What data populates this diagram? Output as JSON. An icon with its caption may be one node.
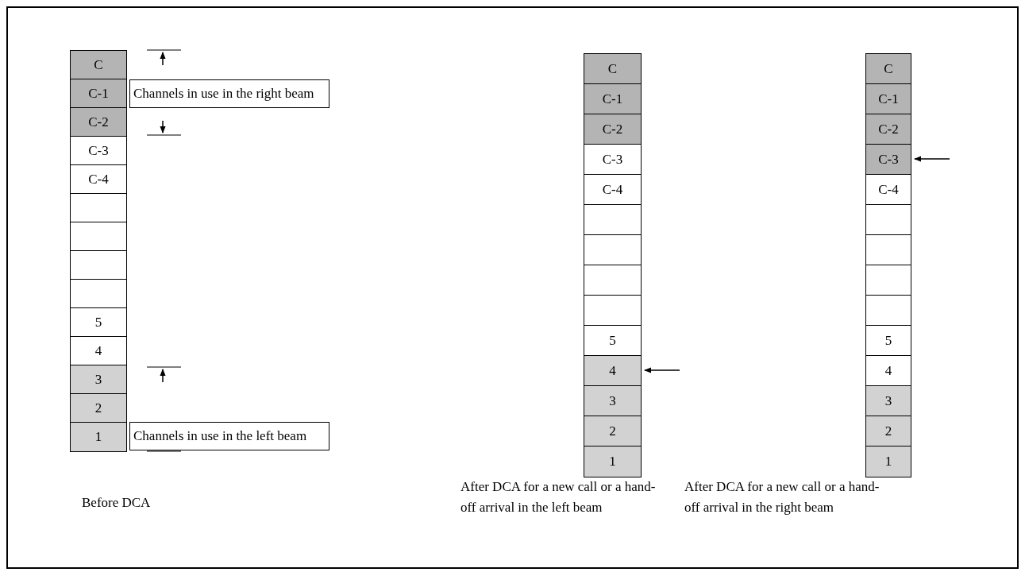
{
  "diagram": {
    "nodes": [
      {
        "text": [
          "C"
        ]
      },
      {
        "text": [
          "C-1"
        ]
      },
      {
        "text": [
          "C-2"
        ]
      },
      {
        "text": [
          "C-3"
        ]
      },
      {
        "text": [
          "C-4"
        ]
      },
      {
        "text": [],
        "shape": "box"
      },
      {
        "text": [],
        "shape": "box"
      },
      {
        "text": [],
        "shape": "box"
      },
      {
        "text": [],
        "shape": "box"
      },
      {
        "text": [
          "5"
        ]
      },
      {
        "text": [
          "4"
        ]
      },
      {
        "text": [
          "3"
        ]
      },
      {
        "text": [
          "2"
        ]
      },
      {
        "text": [
          "1"
        ]
      },
      {
        "text": [
          "Channels in use in the right beam"
        ]
      },
      {
        "text": [
          "Channels in use in the left beam"
        ]
      },
      {
        "text": [
          "C"
        ]
      },
      {
        "text": [
          "C-1"
        ]
      },
      {
        "text": [
          "C-2"
        ]
      },
      {
        "text": [
          "C-3"
        ]
      },
      {
        "text": [
          "C-4"
        ]
      },
      {
        "text": [],
        "shape": "box"
      },
      {
        "text": [],
        "shape": "box"
      },
      {
        "text": [],
        "shape": "box"
      },
      {
        "text": [],
        "shape": "box"
      },
      {
        "text": [
          "5"
        ]
      },
      {
        "text": [
          "4"
        ]
      },
      {
        "text": [
          "3"
        ]
      },
      {
        "text": [
          "2"
        ]
      },
      {
        "text": [
          "1"
        ]
      },
      {
        "text": [
          "C"
        ]
      },
      {
        "text": [
          "C-1"
        ]
      },
      {
        "text": [
          "C-2"
        ]
      },
      {
        "text": [
          "C-3"
        ]
      },
      {
        "text": [
          "C-4"
        ]
      },
      {
        "text": [],
        "shape": "box"
      },
      {
        "text": [],
        "shape": "box"
      },
      {
        "text": [],
        "shape": "box"
      },
      {
        "text": [],
        "shape": "box"
      },
      {
        "text": [
          "5"
        ]
      },
      {
        "text": [
          "4"
        ]
      },
      {
        "text": [
          "3"
        ]
      },
      {
        "text": [
          "2"
        ]
      },
      {
        "text": [
          "1"
        ]
      }
    ],
    "edges": [
      {
        "from": null,
        "to": 26,
        "arrow": "to"
      },
      {
        "from": null,
        "to": 33,
        "arrow": "to"
      }
    ],
    "labels": [
      "Before DCA",
      "After DCA for a new call or a hand-off arrival in the left beam",
      "After DCA for a new call or a hand-off arrival in the right beam"
    ]
  }
}
